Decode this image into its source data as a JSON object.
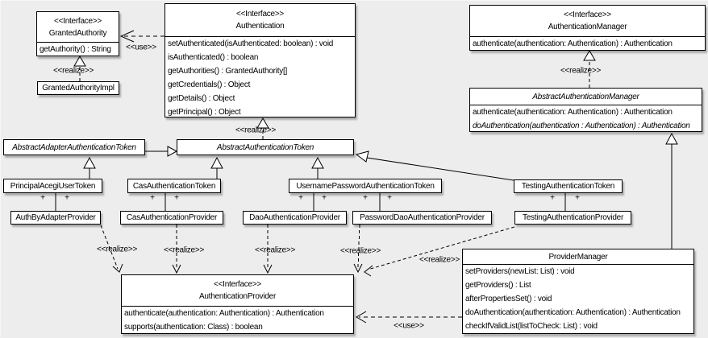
{
  "diagram": {
    "title": "Acegi / Spring Security authentication UML class diagram",
    "colors": {
      "background": "#ededed",
      "box_fill": "#ffffff",
      "line": "#000000"
    },
    "labels": {
      "use": "<<use>>",
      "realize": "<<realize>>",
      "plus": "+"
    },
    "classes": {
      "granted_authority": {
        "stereotype": "<<Interface>>",
        "name": "GrantedAuthority",
        "methods": [
          "getAuthority() : String"
        ]
      },
      "granted_authority_impl": {
        "name": "GrantedAuthorityImpl"
      },
      "authentication": {
        "stereotype": "<<Interface>>",
        "name": "Authentication",
        "methods": [
          "setAuthenticated(isAuthenticated: boolean) : void",
          "isAuthenticated() : boolean",
          "getAuthorities() : GrantedAuthority[]",
          "getCredentials() : Object",
          "getDetails() : Object",
          "getPrincipal() : Object"
        ]
      },
      "authentication_manager": {
        "stereotype": "<<Interface>>",
        "name": "AuthenticationManager",
        "methods": [
          "authenticate(authentication: Authentication) : Authentication"
        ]
      },
      "abstract_authentication_manager": {
        "name": "AbstractAuthenticationManager",
        "methods": [
          "authenticate(authentication: Authentication) : Authentication",
          "doAuthentication(authentication : Authentication) : Authentication"
        ]
      },
      "abstract_adapter_authentication_token": {
        "name": "AbstractAdapterAuthenticationToken"
      },
      "abstract_authentication_token": {
        "name": "AbstractAuthenticationToken"
      },
      "principal_acegi_user_token": {
        "name": "PrincipalAcegiUserToken"
      },
      "cas_authentication_token": {
        "name": "CasAuthenticationToken"
      },
      "username_password_authentication_token": {
        "name": "UsernamePasswordAuthenticationToken"
      },
      "testing_authentication_token": {
        "name": "TestingAuthenticationToken"
      },
      "auth_by_adapter_provider": {
        "name": "AuthByAdapterProvider"
      },
      "cas_authentication_provider": {
        "name": "CasAuthenticationProvider"
      },
      "dao_authentication_provider": {
        "name": "DaoAuthenticationProvider"
      },
      "password_dao_authentication_provider": {
        "name": "PasswordDaoAuthenticationProvider"
      },
      "testing_authentication_provider": {
        "name": "TestingAuthenticationProvider"
      },
      "authentication_provider": {
        "stereotype": "<<Interface>>",
        "name": "AuthenticationProvider",
        "methods": [
          "authenticate(authentication: Authentication) : Authentication",
          "supports(authentication: Class) : boolean"
        ]
      },
      "provider_manager": {
        "name": "ProviderManager",
        "methods": [
          "setProviders(newList: List) : void",
          "getProviders() : List",
          "afterPropertiesSet() : void",
          "doAuthentication(authentication: Authentication) : Authentication",
          "checkIfValidList(listToCheck: List) : void"
        ]
      }
    }
  }
}
